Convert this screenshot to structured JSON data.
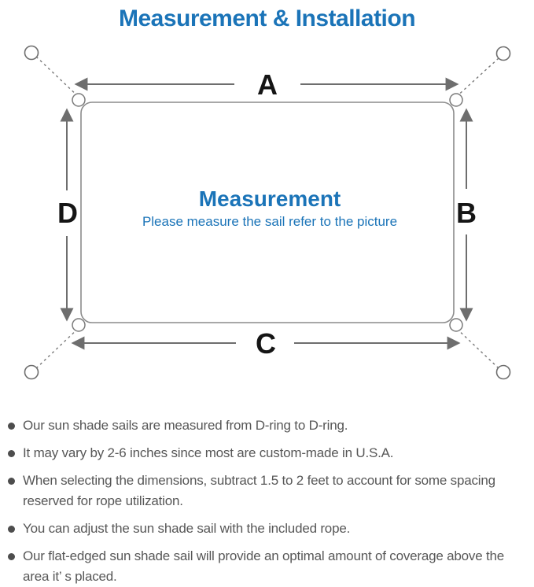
{
  "title": "Measurement & Installation",
  "colors": {
    "accent_blue": "#1b74b8",
    "body_text": "#575757",
    "line_gray": "#7a7a7a",
    "label_black": "#151515",
    "background": "#ffffff"
  },
  "diagram": {
    "labels": {
      "top": "A",
      "right": "B",
      "bottom": "C",
      "left": "D"
    },
    "center_title": "Measurement",
    "center_subtitle": "Please measure the sail refer to the picture"
  },
  "notes": [
    "Our sun shade sails are measured from D-ring to D-ring.",
    "It may vary by 2-6 inches since most are custom-made in U.S.A.",
    "When selecting the dimensions, subtract 1.5 to 2 feet to account for some spacing reserved for rope utilization.",
    "You can adjust the sun shade sail with the included rope.",
    "Our flat-edged sun shade sail will provide an optimal amount of coverage above the area it’ s placed."
  ]
}
